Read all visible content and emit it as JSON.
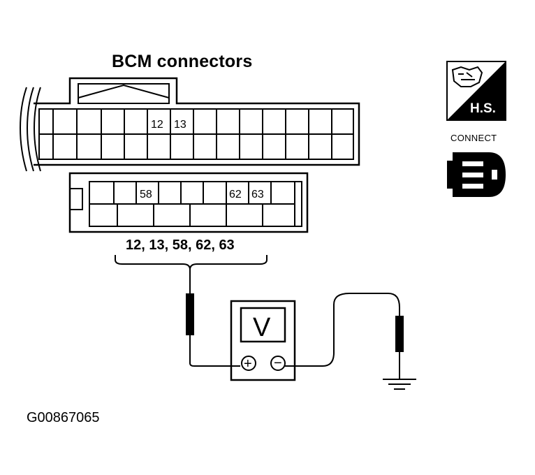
{
  "title": "BCM connectors",
  "top_connector_pins": [
    "12",
    "13"
  ],
  "bottom_connector_pins": [
    "58",
    "62",
    "63"
  ],
  "pin_list_label": "12, 13, 58, 62, 63",
  "voltmeter": {
    "label": "V",
    "plus_symbol": "+",
    "minus_symbol": "−"
  },
  "badge": {
    "text": "H.S."
  },
  "connect_label": "CONNECT",
  "figure_code": "G00867065",
  "icons": [
    "hs-badge-icon",
    "connector-icon",
    "ground-icon",
    "probe-icon"
  ]
}
